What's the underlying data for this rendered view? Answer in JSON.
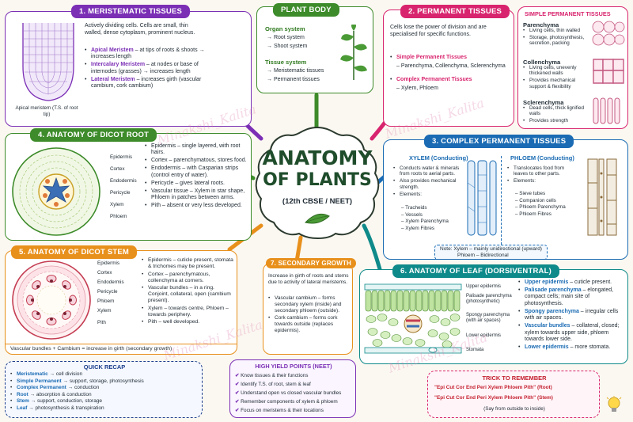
{
  "center": {
    "title_line1": "ANATOMY",
    "title_line2": "OF PLANTS",
    "subtitle": "(12th CBSE / NEET)"
  },
  "watermark": "Minakshi_Kalita",
  "meristematic": {
    "title": "1. MERISTEMATIC TISSUES",
    "intro": "Actively dividing cells. Cells are small, thin walled, dense cytoplasm, prominent nucleus.",
    "caption": "Apical meristem (T.S. of root tip)",
    "items": [
      {
        "head": "Apical Meristem",
        "text": " – at tips of roots & shoots → increases length"
      },
      {
        "head": "Intercalary Meristem",
        "text": " – at nodes or base of internodes (grasses) → increases length"
      },
      {
        "head": "Lateral Meristem",
        "text": " – increases girth (vascular cambium, cork cambium)"
      }
    ]
  },
  "plant_body": {
    "title": "PLANT BODY",
    "organ_head": "Organ system",
    "organ_items": [
      "→ Root system",
      "→ Shoot system"
    ],
    "tissue_head": "Tissue system",
    "tissue_items": [
      "→ Meristematic tissues",
      "→ Permanent tissues"
    ]
  },
  "permanent": {
    "title": "2. PERMANENT TISSUES",
    "intro": "Cells lose the power of division and are specialised for specific functions.",
    "simple_head": "Simple Permanent Tissues",
    "simple_text": "– Parenchyma, Collenchyma, Sclerenchyma",
    "complex_head": "Complex Permanent Tissues",
    "complex_text": "– Xylem, Phloem",
    "side_title": "SIMPLE PERMANENT TISSUES",
    "parenchyma": {
      "head": "Parenchyma",
      "items": [
        "Living cells, thin walled",
        "Storage, photosynthesis, secretion, packing"
      ]
    },
    "collenchyma": {
      "head": "Collenchyma",
      "items": [
        "Living cells, unevenly thickened walls",
        "Provides mechanical support & flexibility"
      ]
    },
    "sclerenchyma": {
      "head": "Sclerenchyma",
      "items": [
        "Dead cells, thick lignified walls",
        "Provides strength"
      ]
    }
  },
  "complex": {
    "title": "3. COMPLEX PERMANENT TISSUES",
    "xylem_head": "XYLEM (Conducting)",
    "xylem_items": [
      "Conducts water & minerals from roots to aerial parts.",
      "Also provides mechanical strength.",
      "Elements:"
    ],
    "xylem_elements": [
      "– Tracheids",
      "– Vessels",
      "– Xylem Parenchyma",
      "– Xylem Fibres"
    ],
    "phloem_head": "PHLOEM (Conducting)",
    "phloem_items": [
      "Translocates food from leaves to other parts.",
      "Elements:"
    ],
    "phloem_elements": [
      "– Sieve tubes",
      "– Companion cells",
      "– Phloem Parenchyma",
      "– Phloem Fibres"
    ],
    "note_line1": "Note: Xylem – mainly unidirectional (upward)",
    "note_line2": "Phloem – Bidirectional"
  },
  "dicot_root": {
    "title": "4. ANATOMY OF DICOT ROOT",
    "labels": [
      "Epidermis",
      "Cortex",
      "Endodermis",
      "Pericycle",
      "Xylem",
      "Phloem"
    ],
    "items": [
      "Epidermis – single layered, with root hairs.",
      "Cortex – parenchymatous, stores food.",
      "Endodermis – with Casparian strips (control entry of water).",
      "Pericycle – gives lateral roots.",
      "Vascular tissue – Xylem in star shape, Phloem in patches between arms.",
      "Pith – absent or very less developed."
    ]
  },
  "dicot_stem": {
    "title": "5. ANATOMY OF DICOT STEM",
    "labels": [
      "Epidermis",
      "Cortex",
      "Endodermis",
      "Pericycle",
      "Phloem",
      "Xylem",
      "Pith"
    ],
    "items": [
      "Epidermis – cuticle present, stomata & trichomes may be present.",
      "Cortex – parenchymatous, collenchyma at corners.",
      "Vascular bundles – in a ring. Conjoint, collateral, open (cambium present).",
      "Xylem – towards centre, Phloem – towards periphery.",
      "Pith – well developed."
    ],
    "footer": "Vascular bundles + Cambium = increase in girth (secondary growth)"
  },
  "secondary": {
    "title": "7. SECONDARY GROWTH",
    "intro": "Increase in girth of roots and stems due to activity of lateral meristems.",
    "items": [
      "Vascular cambium – forms secondary xylem (inside) and secondary phloem (outside).",
      "Cork cambium – forms cork towards outside (replaces epidermis)."
    ]
  },
  "leaf": {
    "title": "6. ANATOMY OF LEAF (DORSIVENTRAL)",
    "labels": [
      "Upper epidermis",
      "Palisade parenchyma (photosynthetic)",
      "Spongy parenchyma (with air spaces)",
      "Lower epidermis",
      "Stomata"
    ],
    "items": [
      {
        "head": "Upper epidermis",
        "text": " – cuticle present."
      },
      {
        "head": "Palisade parenchyma",
        "text": " – elongated, compact cells; main site of photosynthesis."
      },
      {
        "head": "Spongy parenchyma",
        "text": " – irregular cells with air spaces."
      },
      {
        "head": "Vascular bundles",
        "text": " – collateral, closed; xylem towards upper side, phloem towards lower side."
      },
      {
        "head": "Lower epidermis",
        "text": " – more stomata."
      }
    ]
  },
  "recap": {
    "title": "QUICK RECAP",
    "items": [
      {
        "head": "Meristematic",
        "text": " → cell division"
      },
      {
        "head": "Simple Permanent",
        "text": " → support, storage, photosynthesis"
      },
      {
        "head": "Complex Permanent",
        "text": " → conduction"
      },
      {
        "head": "Root",
        "text": " → absorption & conduction"
      },
      {
        "head": "Stem",
        "text": " → support, conduction, storage"
      },
      {
        "head": "Leaf",
        "text": " → photosynthesis & transpiration"
      }
    ]
  },
  "high_yield": {
    "title": "HIGH YIELD POINTS (NEET)",
    "items": [
      "Know tissues & their functions",
      "Identify T.S. of root, stem & leaf",
      "Understand open vs closed vascular bundles",
      "Remember components of xylem & phloem",
      "Focus on meristems & their locations"
    ]
  },
  "trick": {
    "title": "TRICK TO REMEMBER",
    "line1": "\"Epi Cut Cor End Peri Xylem Phloem Pith\" (Root)",
    "line2": "\"Epi Cut Cor End Peri Xylem Phloem Pith\" (Stem)",
    "line3": "(Say from outside to inside)"
  },
  "colors": {
    "purple": "#7b2fb5",
    "green": "#3d8b2a",
    "pink": "#d8246e",
    "blue": "#1a6bb3",
    "orange": "#e8901c",
    "teal": "#0f8a8a",
    "navy": "#1d3f8c"
  }
}
